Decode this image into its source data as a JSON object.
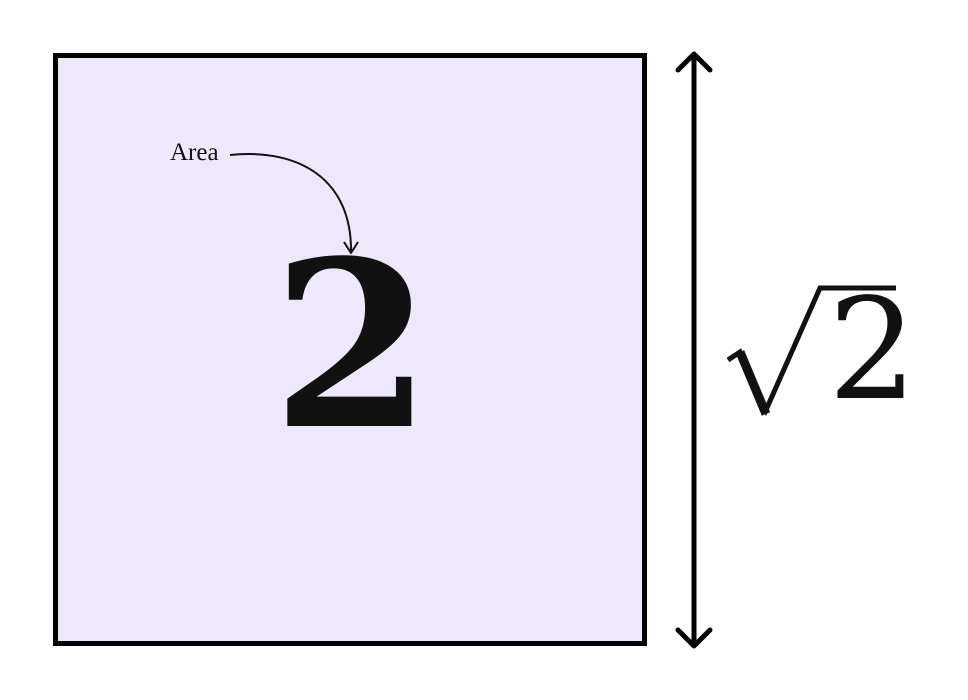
{
  "square": {
    "fill_color": "#efe8fd",
    "border_color": "#000000"
  },
  "area": {
    "label": "Area",
    "value": "2"
  },
  "side": {
    "radical_symbol": "√",
    "radicand": "2"
  },
  "icons": {
    "area_pointer": "curved-arrow-icon",
    "dimension": "double-headed-arrow-icon",
    "radical": "square-root-icon"
  }
}
